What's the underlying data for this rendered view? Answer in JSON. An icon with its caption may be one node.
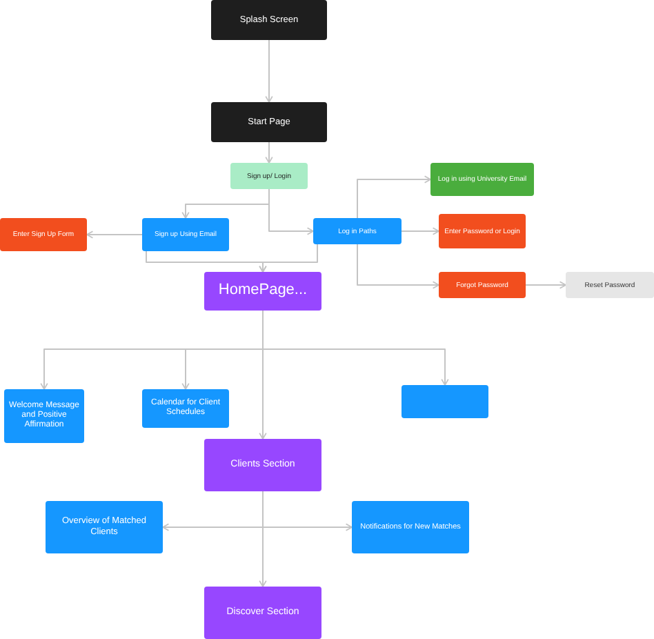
{
  "diagram": {
    "nodes": [
      {
        "text": [
          "Splash Screen"
        ]
      },
      {
        "text": [
          "Start Page"
        ]
      },
      {
        "text": [
          "Sign up/ Login"
        ]
      },
      {
        "text": [
          "Sign up Using Email"
        ]
      },
      {
        "text": [
          "Log in Paths"
        ]
      },
      {
        "text": [
          "Enter Sign Up Form"
        ]
      },
      {
        "text": [
          "Log in using University Email"
        ]
      },
      {
        "text": [
          "Enter Password or Login"
        ]
      },
      {
        "text": [
          "Forgot Password"
        ]
      },
      {
        "text": [
          "Reset Password"
        ]
      },
      {
        "text": [
          "HomePage..."
        ]
      },
      {
        "text": [
          "Welcome Message and Positive Affirmation"
        ]
      },
      {
        "text": [
          "Calendar for Client Schedules"
        ]
      },
      {
        "text": [],
        "shape": "box"
      },
      {
        "text": [
          "Clients Section"
        ]
      },
      {
        "text": [
          "Overview of Matched Clients"
        ]
      },
      {
        "text": [
          "Notifications for New Matches"
        ]
      },
      {
        "text": [
          "Discover Section"
        ]
      }
    ],
    "edges": [
      {
        "from": 0,
        "to": 1,
        "arrow": "to"
      },
      {
        "from": 1,
        "to": 2,
        "arrow": "to"
      },
      {
        "from": 2,
        "to": 3,
        "arrow": "to"
      },
      {
        "from": 2,
        "to": 4,
        "arrow": "to"
      },
      {
        "from": 3,
        "to": 5,
        "arrow": "to"
      },
      {
        "from": 4,
        "to": 6,
        "arrow": "to"
      },
      {
        "from": 4,
        "to": 7,
        "arrow": "to"
      },
      {
        "from": 4,
        "to": 8,
        "arrow": "to"
      },
      {
        "from": 8,
        "to": 9,
        "arrow": "to"
      },
      {
        "from": 3,
        "to": 10,
        "arrow": "to"
      },
      {
        "from": 4,
        "to": 10,
        "arrow": "to"
      },
      {
        "from": 10,
        "to": 11,
        "arrow": "to"
      },
      {
        "from": 10,
        "to": 12,
        "arrow": "to"
      },
      {
        "from": 10,
        "to": 13,
        "arrow": "to"
      },
      {
        "from": 10,
        "to": 14,
        "arrow": "to"
      },
      {
        "from": 14,
        "to": 15,
        "arrow": "to"
      },
      {
        "from": 14,
        "to": 16,
        "arrow": "to"
      },
      {
        "from": 14,
        "to": 17,
        "arrow": "to"
      }
    ]
  }
}
